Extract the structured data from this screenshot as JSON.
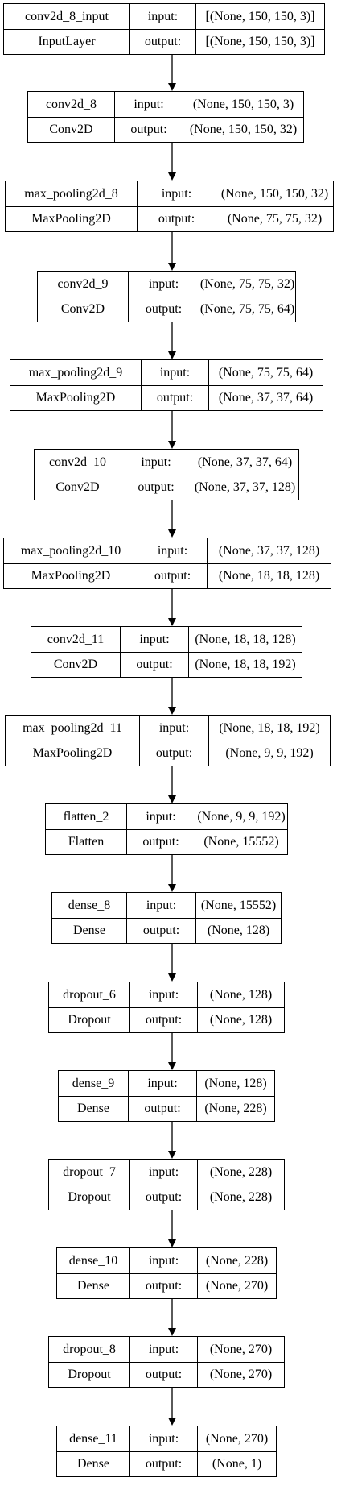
{
  "labels": {
    "input": "input:",
    "output": "output:"
  },
  "colors": {
    "line": "#000000",
    "background": "#ffffff"
  },
  "layers": [
    {
      "name": "conv2d_8_input",
      "type": "InputLayer",
      "input": "[(None, 150, 150, 3)]",
      "output": "[(None, 150, 150, 3)]"
    },
    {
      "name": "conv2d_8",
      "type": "Conv2D",
      "input": "(None, 150, 150, 3)",
      "output": "(None, 150, 150, 32)"
    },
    {
      "name": "max_pooling2d_8",
      "type": "MaxPooling2D",
      "input": "(None, 150, 150, 32)",
      "output": "(None, 75, 75, 32)"
    },
    {
      "name": "conv2d_9",
      "type": "Conv2D",
      "input": "(None, 75, 75, 32)",
      "output": "(None, 75, 75, 64)"
    },
    {
      "name": "max_pooling2d_9",
      "type": "MaxPooling2D",
      "input": "(None, 75, 75, 64)",
      "output": "(None, 37, 37, 64)"
    },
    {
      "name": "conv2d_10",
      "type": "Conv2D",
      "input": "(None, 37, 37, 64)",
      "output": "(None, 37, 37, 128)"
    },
    {
      "name": "max_pooling2d_10",
      "type": "MaxPooling2D",
      "input": "(None, 37, 37, 128)",
      "output": "(None, 18, 18, 128)"
    },
    {
      "name": "conv2d_11",
      "type": "Conv2D",
      "input": "(None, 18, 18, 128)",
      "output": "(None, 18, 18, 192)"
    },
    {
      "name": "max_pooling2d_11",
      "type": "MaxPooling2D",
      "input": "(None, 18, 18, 192)",
      "output": "(None, 9, 9, 192)"
    },
    {
      "name": "flatten_2",
      "type": "Flatten",
      "input": "(None, 9, 9, 192)",
      "output": "(None, 15552)"
    },
    {
      "name": "dense_8",
      "type": "Dense",
      "input": "(None, 15552)",
      "output": "(None, 128)"
    },
    {
      "name": "dropout_6",
      "type": "Dropout",
      "input": "(None, 128)",
      "output": "(None, 128)"
    },
    {
      "name": "dense_9",
      "type": "Dense",
      "input": "(None, 128)",
      "output": "(None, 228)"
    },
    {
      "name": "dropout_7",
      "type": "Dropout",
      "input": "(None, 228)",
      "output": "(None, 228)"
    },
    {
      "name": "dense_10",
      "type": "Dense",
      "input": "(None, 228)",
      "output": "(None, 270)"
    },
    {
      "name": "dropout_8",
      "type": "Dropout",
      "input": "(None, 270)",
      "output": "(None, 270)"
    },
    {
      "name": "dense_11",
      "type": "Dense",
      "input": "(None, 270)",
      "output": "(None, 1)"
    }
  ]
}
